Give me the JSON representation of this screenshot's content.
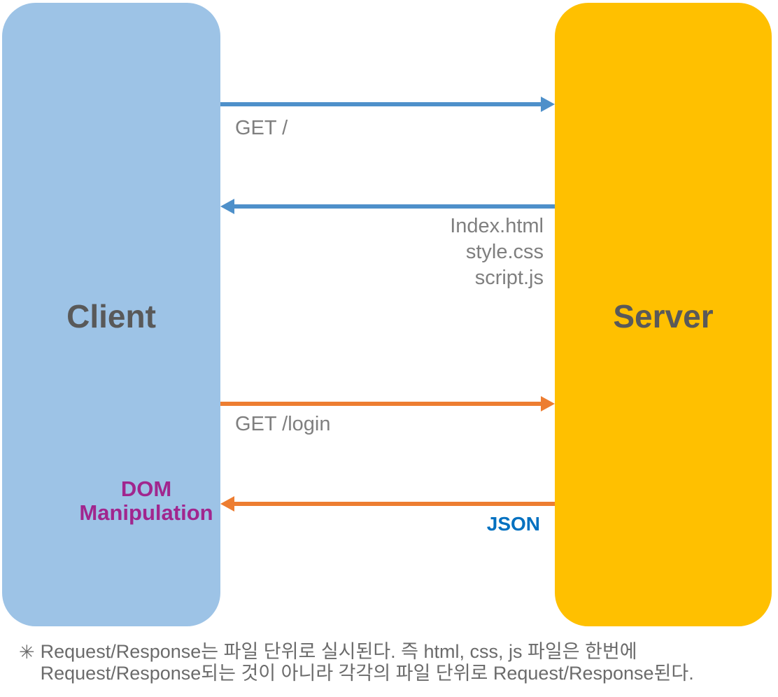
{
  "client": {
    "label": "Client",
    "fill": "#9DC3E6",
    "label_color": "#595959",
    "note_lines": [
      "DOM",
      "Manipulation"
    ],
    "note_color": "#A1268E"
  },
  "server": {
    "label": "Server",
    "fill": "#FFC000",
    "label_color": "#595959"
  },
  "arrows": [
    {
      "name": "request-get-root",
      "direction": "client-to-server",
      "color": "#4E90CA",
      "label": "GET /",
      "label_color": "#7F7F7F"
    },
    {
      "name": "response-files",
      "direction": "server-to-client",
      "color": "#4E90CA",
      "lines": [
        "Index.html",
        "style.css",
        "script.js"
      ],
      "label_color": "#7F7F7F"
    },
    {
      "name": "request-get-login",
      "direction": "client-to-server",
      "color": "#ED7D31",
      "label": "GET /login",
      "label_color": "#7F7F7F"
    },
    {
      "name": "response-json",
      "direction": "server-to-client",
      "color": "#ED7D31",
      "label": "JSON",
      "label_color": "#0070C0"
    }
  ],
  "footnote": {
    "bullet": "✳",
    "lines": [
      "Request/Response는 파일 단위로 실시된다. 즉 html, css, js 파일은 한번에",
      "Request/Response되는 것이 아니라 각각의 파일 단위로 Request/Response된다."
    ],
    "color": "#6B6B6B"
  }
}
